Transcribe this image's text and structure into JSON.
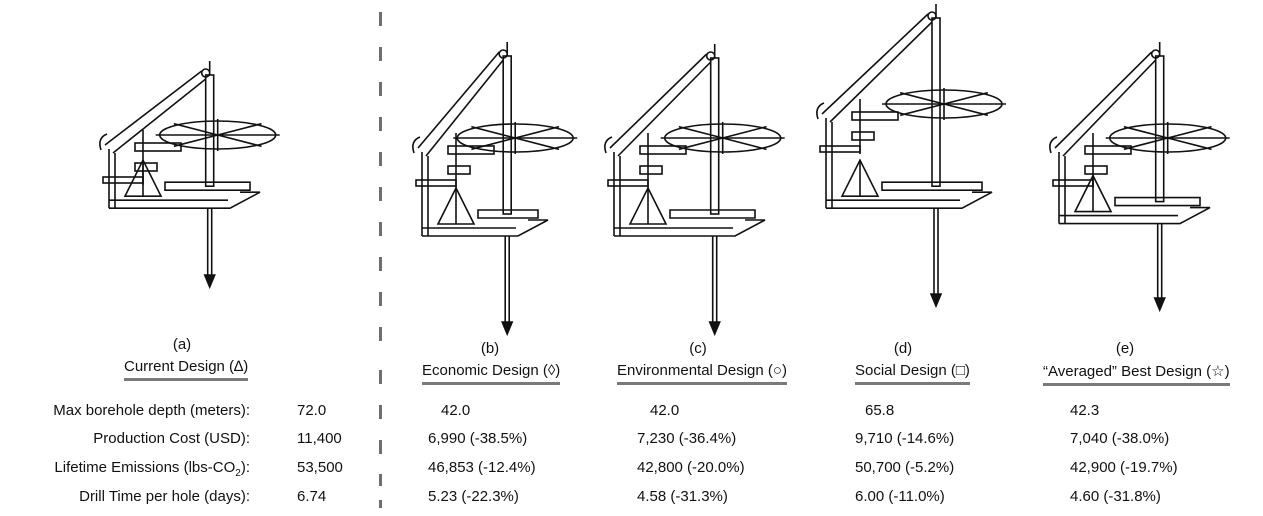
{
  "designs": [
    {
      "letter": "(a)",
      "name": "Current Design (∆)"
    },
    {
      "letter": "(b)",
      "name": "Economic Design (◊)"
    },
    {
      "letter": "(c)",
      "name": "Environmental Design (○)"
    },
    {
      "letter": "(d)",
      "name": "Social Design (□)"
    },
    {
      "letter": "(e)",
      "name": "“Averaged” Best Design (☆)"
    }
  ],
  "rows": [
    {
      "label": "Max borehole depth (meters):",
      "values": [
        "72.0",
        "42.0",
        "42.0",
        "65.8",
        "42.3"
      ]
    },
    {
      "label": "Production Cost (USD):",
      "values": [
        "11,400",
        "6,990 (-38.5%)",
        "7,230 (-36.4%)",
        "9,710 (-14.6%)",
        "7,040 (-38.0%)"
      ]
    },
    {
      "label_prefix": "Lifetime Emissions (lbs-CO",
      "label_sub": "2",
      "label_suffix": "):",
      "values": [
        "53,500",
        "46,853 (-12.4%)",
        "42,800 (-20.0%)",
        "50,700 (-5.2%)",
        "42,900 (-19.7%)"
      ]
    },
    {
      "label": "Drill Time per hole (days):",
      "values": [
        "6.74",
        "5.23 (-22.3%)",
        "4.58 (-31.3%)",
        "6.00 (-11.0%)",
        "4.60 (-31.8%)"
      ]
    }
  ]
}
